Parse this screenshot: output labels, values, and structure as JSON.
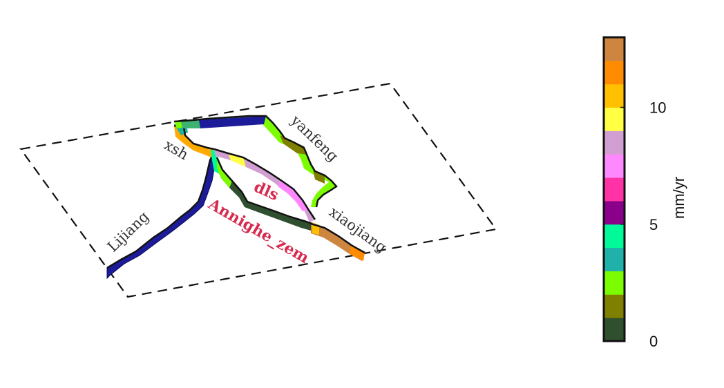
{
  "figure": {
    "faults": {
      "lijiang": "Lijiang",
      "xsh": "xsh",
      "yanfeng": "yanfeng",
      "dls": "dls",
      "annighe": "Annighe_zem",
      "xiaojiang": "xiaojiang"
    }
  },
  "colorbar": {
    "unit": "mm/yr",
    "ticks": [
      "0",
      "5",
      "10"
    ],
    "range": [
      0,
      13
    ],
    "colors": [
      "#2f4f2f",
      "#808000",
      "#7cfc00",
      "#20b2aa",
      "#00fa9a",
      "#8b008b",
      "#ff33a6",
      "#ff88ff",
      "#d19fd1",
      "#ffff44",
      "#ffc000",
      "#ff8c00",
      "#cd853f"
    ]
  },
  "palette": {
    "lijiang": "#1c1c9a",
    "dls_red": "#d62a4e"
  }
}
